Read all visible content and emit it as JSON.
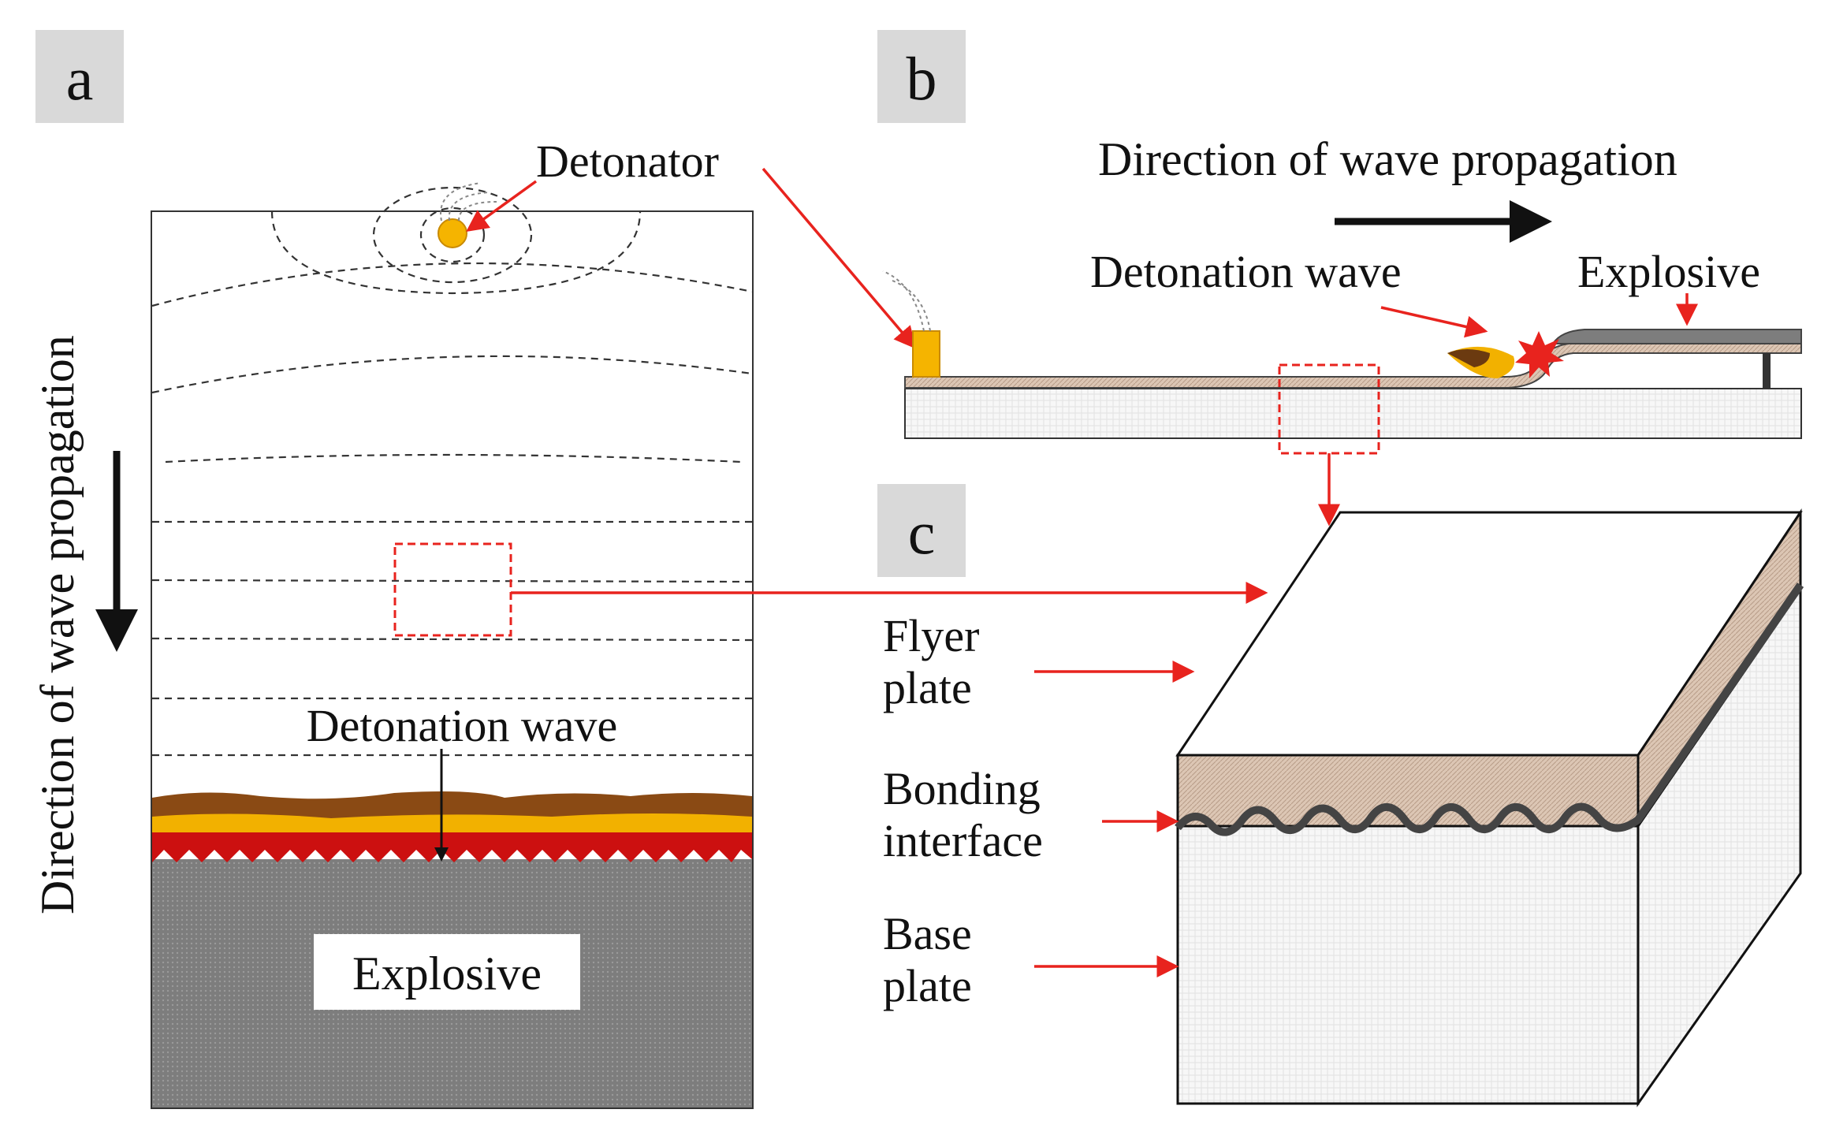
{
  "panels": {
    "a": {
      "tag": "a"
    },
    "b": {
      "tag": "b"
    },
    "c": {
      "tag": "c"
    }
  },
  "labels": {
    "detonator": "Detonator",
    "direction_vertical": "Direction of wave propagation",
    "detonation_wave_a": "Detonation wave",
    "explosive_a": "Explosive",
    "direction_horizontal": "Direction of wave propagation",
    "detonation_wave_b": "Detonation wave",
    "explosive_b": "Explosive",
    "flyer_line1": "Flyer",
    "flyer_line2": "plate",
    "bonding_line1": "Bonding",
    "bonding_line2": "interface",
    "base_line1": "Base",
    "base_line2": "plate"
  },
  "colors": {
    "annotation_red": "#e8231e",
    "explosive_gray": "#808080",
    "detonator_yellow": "#f5b400",
    "flyer_tan": "#d8c2b0",
    "base_white": "#f4f4f4",
    "panel_tag_bg": "#d9d9d9"
  }
}
